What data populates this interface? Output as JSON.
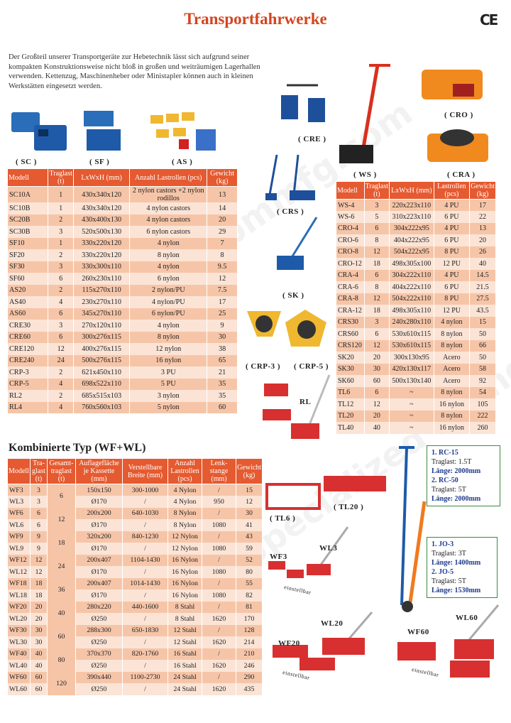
{
  "title": "Transportfahrwerke",
  "ce_mark": "CE",
  "intro": "Der Großteil unserer Transportgeräte zur Hebetechnik lässt sich aufgrund seiner kompakten Konstruktionsweise nicht bloß in großen und weiträumigen Lagerhallen verwenden. Kettenzug, Maschinenheber oder Ministapler können auch in kleinen Werkstätten eingesetzt werden.",
  "captions": {
    "sc": "( SC )",
    "sf": "( SF )",
    "as": "( AS )",
    "cre": "( CRE )",
    "crs": "( CRS )",
    "sk": "( SK )",
    "crp3": "( CRP-3 )",
    "crp5": "( CRP-5 )",
    "rl": "RL",
    "ws": "( WS )",
    "cro": "( CRO )",
    "cra": "( CRA )",
    "tl6": "( TL6 )",
    "tl20": "( TL20 )",
    "wf3": "WF3",
    "wl3": "WL3",
    "wl20": "WL20",
    "wf20": "WF20",
    "wf60": "WF60",
    "wl60": "WL60",
    "einstellbar1": "einstellbar",
    "einstellbar2": "einstellbar",
    "einstellbar3": "einstellbar"
  },
  "table1": {
    "headers": [
      "Modell",
      "Traglast (t)",
      "LxWxH (mm)",
      "Anzahl Lastrollen (pcs)",
      "Gewicht (kg)"
    ],
    "rows": [
      [
        "SC10A",
        "1",
        "430x340x120",
        "2 nylon castors +2 nylon rodillos",
        "13"
      ],
      [
        "SC10B",
        "1",
        "430x340x120",
        "4 nylon castors",
        "14"
      ],
      [
        "SC20B",
        "2",
        "430x400x130",
        "4 nylon castors",
        "20"
      ],
      [
        "SC30B",
        "3",
        "520x500x130",
        "6 nylon castors",
        "29"
      ],
      [
        "SF10",
        "1",
        "330x220x120",
        "4 nylon",
        "7"
      ],
      [
        "SF20",
        "2",
        "330x220x120",
        "8 nylon",
        "8"
      ],
      [
        "SF30",
        "3",
        "330x300x110",
        "4 nylon",
        "9.5"
      ],
      [
        "SF60",
        "6",
        "260x230x110",
        "6 nylon",
        "12"
      ],
      [
        "AS20",
        "2",
        "115x270x110",
        "2 nylon/PU",
        "7.5"
      ],
      [
        "AS40",
        "4",
        "230x270x110",
        "4 nylon/PU",
        "17"
      ],
      [
        "AS60",
        "6",
        "345x270x110",
        "6 nylon/PU",
        "25"
      ],
      [
        "CRE30",
        "3",
        "270x120x110",
        "4 nylon",
        "9"
      ],
      [
        "CRE60",
        "6",
        "300x276x115",
        "8 nylon",
        "30"
      ],
      [
        "CRE120",
        "12",
        "400x276x115",
        "12 nylon",
        "38"
      ],
      [
        "CRE240",
        "24",
        "500x276x115",
        "16 nylon",
        "65"
      ],
      [
        "CRP-3",
        "2",
        "621x450x110",
        "3 PU",
        "21"
      ],
      [
        "CRP-5",
        "4",
        "698x522x110",
        "5 PU",
        "35"
      ],
      [
        "RL2",
        "2",
        "685x515x103",
        "3 nylon",
        "35"
      ],
      [
        "RL4",
        "4",
        "760x560x103",
        "5 nylon",
        "60"
      ]
    ]
  },
  "table2": {
    "headers": [
      "Modell",
      "Traglast (t)",
      "LxWxH (mm)",
      "Lastrollen (pcs)",
      "Gewicht (kg)"
    ],
    "rows": [
      [
        "WS-4",
        "3",
        "220x223x110",
        "4 PU",
        "17"
      ],
      [
        "WS-6",
        "5",
        "310x223x110",
        "6 PU",
        "22"
      ],
      [
        "CRO-4",
        "6",
        "304x222x95",
        "4 PU",
        "13"
      ],
      [
        "CRO-6",
        "8",
        "404x222x95",
        "6 PU",
        "20"
      ],
      [
        "CRO-8",
        "12",
        "504x222x95",
        "8 PU",
        "26"
      ],
      [
        "CRO-12",
        "18",
        "498x305x100",
        "12 PU",
        "40"
      ],
      [
        "CRA-4",
        "6",
        "304x222x110",
        "4 PU",
        "14.5"
      ],
      [
        "CRA-6",
        "8",
        "404x222x110",
        "6 PU",
        "21.5"
      ],
      [
        "CRA-8",
        "12",
        "504x222x110",
        "8 PU",
        "27.5"
      ],
      [
        "CRA-12",
        "18",
        "498x305x110",
        "12 PU",
        "43.5"
      ],
      [
        "CRS30",
        "3",
        "240x280x110",
        "4 nylon",
        "15"
      ],
      [
        "CRS60",
        "6",
        "530x610x115",
        "8 nylon",
        "50"
      ],
      [
        "CRS120",
        "12",
        "530x610x115",
        "8 nylon",
        "66"
      ],
      [
        "SK20",
        "20",
        "300x130x95",
        "Acero",
        "50"
      ],
      [
        "SK30",
        "30",
        "420x130x117",
        "Acero",
        "58"
      ],
      [
        "SK60",
        "60",
        "500x130x140",
        "Acero",
        "92"
      ],
      [
        "TL6",
        "6",
        "~",
        "8 nylon",
        "54"
      ],
      [
        "TL12",
        "12",
        "~",
        "16 nylon",
        "105"
      ],
      [
        "TL20",
        "20",
        "~",
        "8 nylon",
        "222"
      ],
      [
        "TL40",
        "40",
        "~",
        "16 nylon",
        "260"
      ]
    ]
  },
  "subtitle": "Kombinierte Typ (WF+WL)",
  "table3": {
    "headers": [
      "Modell",
      "Tra-glast (t)",
      "Gesamt-traglast (t)",
      "Auflagefläche je Kassette (mm)",
      "Verstellbare Breite (mm)",
      "Anzahl Lastrollen (pcs)",
      "Lenk-stange (mm)",
      "Gewicht (kg)"
    ],
    "rows": [
      [
        "WF3",
        "3",
        "6",
        "150x150",
        "300-1000",
        "4 Nylon",
        "/",
        "15"
      ],
      [
        "WL3",
        "3",
        "",
        "Ø170",
        "/",
        "4 Nylon",
        "950",
        "12"
      ],
      [
        "WF6",
        "6",
        "12",
        "200x200",
        "640-1030",
        "8 Nylon",
        "/",
        "30"
      ],
      [
        "WL6",
        "6",
        "",
        "Ø170",
        "/",
        "8 Nylon",
        "1080",
        "41"
      ],
      [
        "WF9",
        "9",
        "18",
        "320x200",
        "840-1230",
        "12 Nylon",
        "/",
        "43"
      ],
      [
        "WL9",
        "9",
        "",
        "Ø170",
        "/",
        "12 Nylon",
        "1080",
        "59"
      ],
      [
        "WF12",
        "12",
        "24",
        "200x407",
        "1104-1430",
        "16 Nylon",
        "/",
        "52"
      ],
      [
        "WL12",
        "12",
        "",
        "Ø170",
        "/",
        "16 Nylon",
        "1080",
        "80"
      ],
      [
        "WF18",
        "18",
        "36",
        "200x407",
        "1014-1430",
        "16 Nylon",
        "/",
        "55"
      ],
      [
        "WL18",
        "18",
        "",
        "Ø170",
        "/",
        "16 Nylon",
        "1080",
        "82"
      ],
      [
        "WF20",
        "20",
        "40",
        "280x220",
        "440-1600",
        "8 Stahl",
        "/",
        "81"
      ],
      [
        "WL20",
        "20",
        "",
        "Ø250",
        "/",
        "8 Stahl",
        "1620",
        "170"
      ],
      [
        "WF30",
        "30",
        "60",
        "288x300",
        "650-1830",
        "12 Stahl",
        "/",
        "128"
      ],
      [
        "WL30",
        "30",
        "",
        "Ø250",
        "/",
        "12 Stahl",
        "1620",
        "214"
      ],
      [
        "WF40",
        "40",
        "80",
        "370x370",
        "820-1760",
        "16 Stahl",
        "/",
        "210"
      ],
      [
        "WL40",
        "40",
        "",
        "Ø250",
        "/",
        "16 Stahl",
        "1620",
        "246"
      ],
      [
        "WF60",
        "60",
        "120",
        "390x440",
        "1100-2730",
        "24 Stahl",
        "/",
        "290"
      ],
      [
        "WL60",
        "60",
        "",
        "Ø250",
        "/",
        "24 Stahl",
        "1620",
        "435"
      ]
    ]
  },
  "rc_box": {
    "l1": "1. RC-15",
    "l2": "Traglast: 1.5T",
    "l3": "Länge: 2000mm",
    "l4": "2. RC-50",
    "l5": "Traglast: 5T",
    "l6": "Länge: 2000mm"
  },
  "jo_box": {
    "l1": "1. JO-3",
    "l2": "Traglast: 3T",
    "l3": "Länge: 1400mm",
    "l4": "2. JO-5",
    "l5": "Traglast: 5T",
    "l6": "Länge: 1530mm"
  },
  "colors": {
    "accent": "#e55a30",
    "title": "#d4451e",
    "row_dark": "#f6c5a8",
    "row_light": "#fbe4d6",
    "blue": "#1e5aa8",
    "orange": "#f07a1e"
  }
}
